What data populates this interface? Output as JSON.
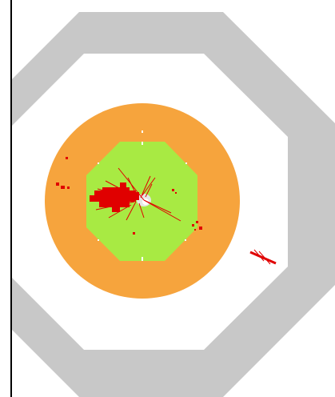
{
  "colors": {
    "background": "#ffffff",
    "outer_ring": "#c8c8c8",
    "middle_ring": "#f6a43d",
    "inner_core": "#a8ea43",
    "tracks": "#e00000",
    "tick_marks": "#ffffff",
    "left_edge": "#000000"
  },
  "shapes": {
    "outer_ring": "octagon",
    "middle_ring": "circle",
    "inner_core": "octagon"
  },
  "icons": [
    "track-cluster",
    "isolated-track-segment"
  ]
}
